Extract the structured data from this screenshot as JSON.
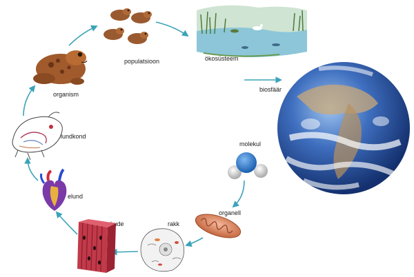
{
  "labels": {
    "organism": "organism",
    "populatsioon": "populatsioon",
    "okosusteem": "ökosüsteem",
    "biosfaar": "biosfäär",
    "molekul": "molekul",
    "organell": "organell",
    "rakk": "rakk",
    "kude": "kude",
    "elund": "elund",
    "elundkond": "elundkond"
  },
  "colors": {
    "arrow": "#3aa3b8",
    "frog": "#a05a2c",
    "earth_ocean": "#2a5aa8",
    "muscle": "#c23a4a"
  },
  "icons": [
    "frog",
    "frog-group",
    "pond-ecosystem",
    "earth-globe",
    "water-molecule",
    "mitochondrion",
    "animal-cell",
    "muscle-tissue",
    "heart",
    "frog-organ-system"
  ]
}
